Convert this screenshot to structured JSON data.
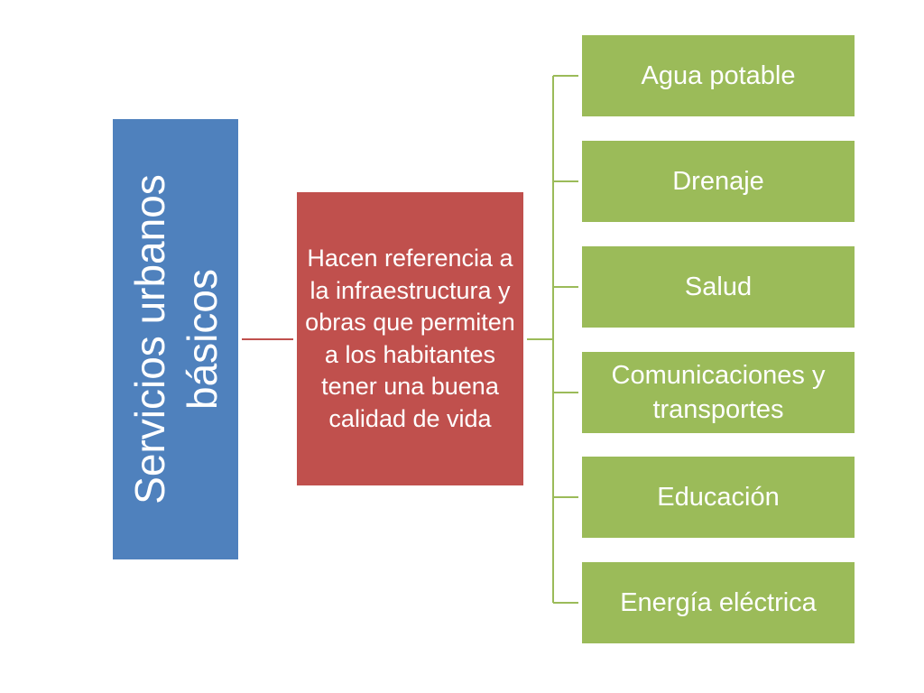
{
  "diagram": {
    "root": {
      "label_line1": "Servicios urbanos",
      "label_line2": "básicos"
    },
    "description": {
      "label": "Hacen referencia a la infraestructura y obras que permiten a los habitantes tener una buena calidad de vida"
    },
    "items": [
      {
        "label": "Agua potable"
      },
      {
        "label": "Drenaje"
      },
      {
        "label": "Salud"
      },
      {
        "label": "Comunicaciones y transportes"
      },
      {
        "label": "Educación"
      },
      {
        "label": "Energía eléctrica"
      }
    ]
  },
  "colors": {
    "root_fill": "#4f81bd",
    "description_fill": "#c0504d",
    "item_fill": "#9bbb59",
    "root_connector": "#c0504d",
    "item_connector": "#9bbb59",
    "text": "#ffffff"
  }
}
